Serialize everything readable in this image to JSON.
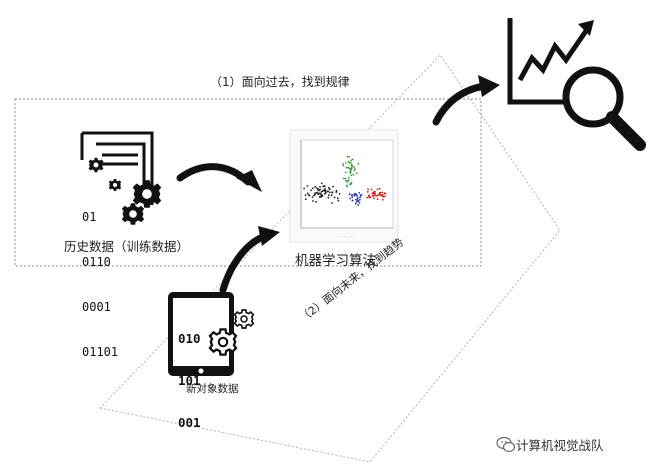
{
  "diagram": {
    "past_region_label": "（1）面向过去，找到规律",
    "future_region_label": "（2）面向未来，找到趋势",
    "historical_data": {
      "label": "历史数据（训练数据）",
      "binary_lines": [
        "01",
        "0110",
        "0001",
        "01101"
      ]
    },
    "ml_algorithm": {
      "label": "机器学习算法"
    },
    "new_data": {
      "label": "新对象数据",
      "binary_lines": [
        "010",
        "101",
        "001"
      ]
    },
    "watermark": {
      "text": "计算机视觉战队"
    },
    "icons": [
      "document-gear-icon",
      "scatter-plot-thumbnail",
      "tablet-gear-icon",
      "trend-magnifier-icon",
      "wechat-icon",
      "arrow-icon"
    ]
  }
}
